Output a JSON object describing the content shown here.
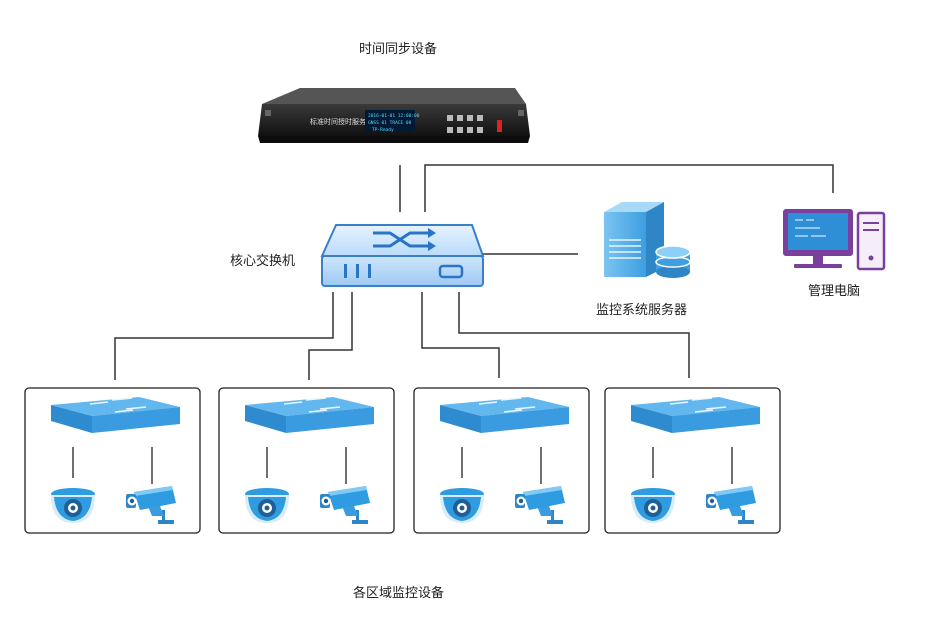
{
  "labels": {
    "time_sync": "时间同步设备",
    "core_switch": "核心交换机",
    "monitor_server": "监控系统服务器",
    "admin_pc": "管理电脑",
    "area_devices": "各区域监控设备"
  },
  "device_panel": {
    "brand_text": "标准时间授时服务器",
    "screen_lines": [
      "2016-01-01 12:00:00",
      "GNSS 01 TRACE 08",
      "TP-Ready"
    ]
  },
  "regions": [
    {
      "id": 1
    },
    {
      "id": 2
    },
    {
      "id": 3
    },
    {
      "id": 4
    }
  ],
  "colors": {
    "line": "#333333",
    "switch_blue": "#3a97d4",
    "switch_top": "#5fb5ea",
    "camera_blue": "#2f9be0",
    "server_blue": "#4aa8e6",
    "pc_purple": "#7b3f9e"
  }
}
